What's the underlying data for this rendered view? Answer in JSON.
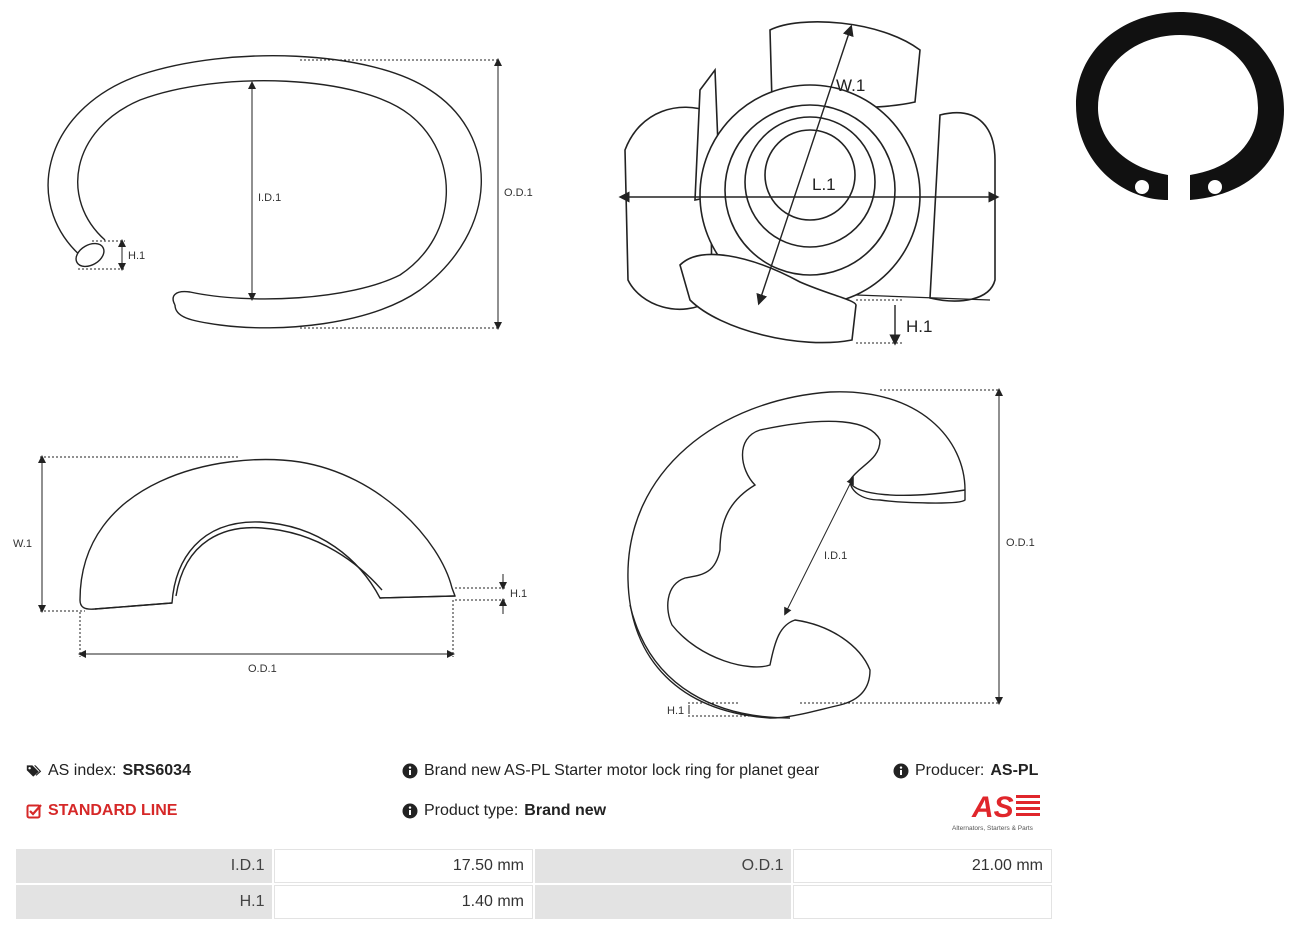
{
  "drawings": {
    "top_left": {
      "id_label": "I.D.1",
      "od_label": "O.D.1",
      "h_label": "H.1"
    },
    "top_center": {
      "w_label": "W.1",
      "l_label": "L.1",
      "h_label": "H.1"
    },
    "bottom_left": {
      "w_label": "W.1",
      "h_label": "H.1",
      "od_label": "O.D.1"
    },
    "bottom_center": {
      "id_label": "I.D.1",
      "od_label": "O.D.1",
      "h_label": "H.1"
    }
  },
  "info": {
    "as_index_label": "AS index:",
    "as_index_value": "SRS6034",
    "line": "STANDARD LINE",
    "description": "Brand new AS-PL Starter motor lock ring for planet gear",
    "producer_label": "Producer:",
    "producer_value": "AS-PL",
    "product_type_label": "Product type:",
    "product_type_value": "Brand new"
  },
  "logo": {
    "mark": "AS",
    "tagline": "Alternators, Starters & Parts",
    "color": "#e0262b"
  },
  "specs": {
    "rows": [
      {
        "label1": "I.D.1",
        "value1": "17.50 mm",
        "label2": "O.D.1",
        "value2": "21.00 mm"
      },
      {
        "label1": "H.1",
        "value1": "1.40 mm",
        "label2": "",
        "value2": ""
      }
    ]
  },
  "icons": [
    "tags-icon",
    "checkbox-icon",
    "info-icon",
    "info-icon",
    "info-icon"
  ]
}
